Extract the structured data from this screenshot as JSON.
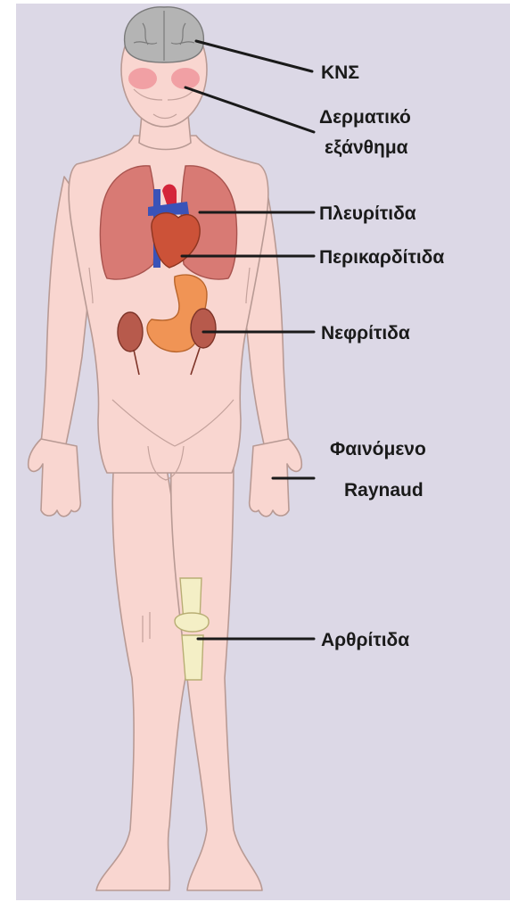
{
  "labels": {
    "cns": "ΚΝΣ",
    "rash_line1": "Δερματικό",
    "rash_line2": "εξάνθημα",
    "pleuritis": "Πλευρίτιδα",
    "pericarditis": "Περικαρδίτιδα",
    "nephritis": "Νεφρίτιδα",
    "raynaud_line1": "Φαινόμενο",
    "raynaud_line2": "Raynaud",
    "arthritis": "Αρθρίτιδα"
  },
  "colors": {
    "background": "#dcd8e6",
    "skin": "#f9d6d0",
    "skin_outline": "#b89a94",
    "brain": "#b4b4b4",
    "rash": "#ee8d96",
    "lungs": "#d87a74",
    "heart": "#cc5238",
    "vessels_red": "#d4253a",
    "vessels_blue": "#3a53b8",
    "stomach": "#f09455",
    "kidneys": "#b75a4c",
    "knee_bone": "#f4efc6",
    "leader_line": "#1a1a1a"
  }
}
